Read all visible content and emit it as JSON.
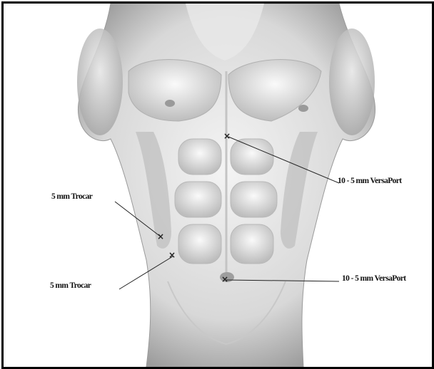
{
  "labels": {
    "trocar_upper": "5 mm Trocar",
    "trocar_lower": "5 mm Trocar",
    "versaport_upper": "10 - 5 mm VersaPort",
    "versaport_lower": "10 - 5 mm VersaPort"
  },
  "marks": {
    "symbol": "×"
  },
  "colors": {
    "background": "#ffffff",
    "border": "#000000",
    "skin_light": "#f2f2f2",
    "skin_shadow": "#9a9a9a",
    "leader_line": "#222222"
  }
}
